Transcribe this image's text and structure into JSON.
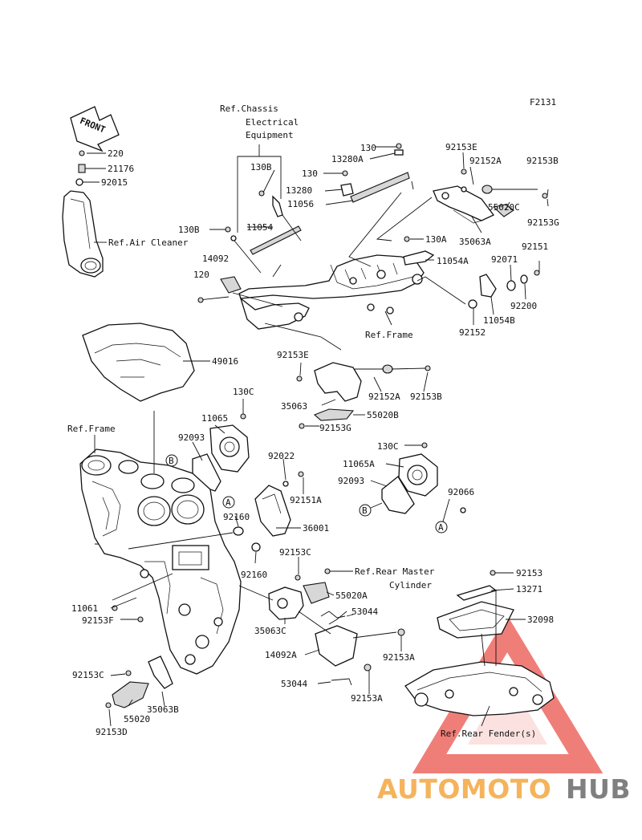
{
  "figure_code": "F2131",
  "front_label": "FRONT",
  "refs": {
    "chassis_electrical": [
      "Ref.Chassis",
      "Electrical",
      "Equipment"
    ],
    "air_cleaner": "Ref.Air Cleaner",
    "frame_top": "Ref.Frame",
    "frame_left": "Ref.Frame",
    "rear_master_cylinder": [
      "Ref.Rear Master",
      "Cylinder"
    ],
    "rear_fender": "Ref.Rear Fender(s)"
  },
  "callout_letters": {
    "a": "A",
    "b": "B"
  },
  "parts": {
    "p220": "220",
    "p21176": "21176",
    "p92015": "92015",
    "p130_a": "130",
    "p13280a": "13280A",
    "p130_b": "130",
    "p130b_1": "130B",
    "p13280": "13280",
    "p11056": "11056",
    "p130b_2": "130B",
    "p11054": "11054",
    "p14092": "14092",
    "p120": "120",
    "p92153e_1": "92153E",
    "p92152a_1": "92152A",
    "p92153b_1": "92153B",
    "p55020c": "55020C",
    "p92153g_1": "92153G",
    "p35063a": "35063A",
    "p130a": "130A",
    "p11054a": "11054A",
    "p92071": "92071",
    "p92151": "92151",
    "p92200": "92200",
    "p11054b": "11054B",
    "p92152": "92152",
    "p49016": "49016",
    "p92153e_2": "92153E",
    "p92152a_2": "92152A",
    "p92153b_2": "92153B",
    "p35063": "35063",
    "p55020b": "55020B",
    "p92153g_2": "92153G",
    "p130c_1": "130C",
    "p11065": "11065",
    "p92093_1": "92093",
    "p92022": "92022",
    "p92151a": "92151A",
    "p130c_2": "130C",
    "p11065a": "11065A",
    "p92093_2": "92093",
    "p92066": "92066",
    "p92160_1": "92160",
    "p36001": "36001",
    "p92160_2": "92160",
    "p92153c_1": "92153C",
    "p55020a": "55020A",
    "p53044_1": "53044",
    "p35063c": "35063C",
    "p14092a": "14092A",
    "p92153a_1": "92153A",
    "p53044_2": "53044",
    "p92153a_2": "92153A",
    "p11061": "11061",
    "p92153f": "92153F",
    "p92153c_2": "92153C",
    "p55020": "55020",
    "p35063b": "35063B",
    "p92153d": "92153D",
    "p92153": "92153",
    "p13271": "13271",
    "p32098": "32098"
  },
  "watermark": {
    "part1": "AUTOMOTO",
    "part2": "HUB"
  },
  "colors": {
    "watermark_red": "#e8413a",
    "watermark_orange": "#f4a640",
    "watermark_gray": "#6b6b6b"
  }
}
